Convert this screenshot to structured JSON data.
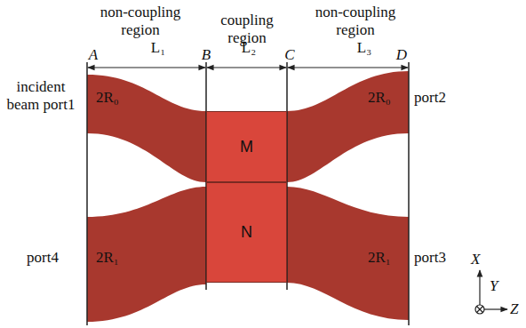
{
  "diagram": {
    "nodes": [
      {
        "text": [
          "M"
        ]
      },
      {
        "text": [
          "N"
        ]
      }
    ],
    "labels": [
      "non-coupling region",
      "L₁",
      "coupling region",
      "L₂",
      "non-coupling region",
      "L₃",
      "A",
      "B",
      "C",
      "D",
      "incident beam port1",
      "2R₀",
      "2R₀",
      "port2",
      "port4",
      "2R₁",
      "2R₁",
      "port3",
      "X",
      "Y",
      "Z"
    ]
  }
}
